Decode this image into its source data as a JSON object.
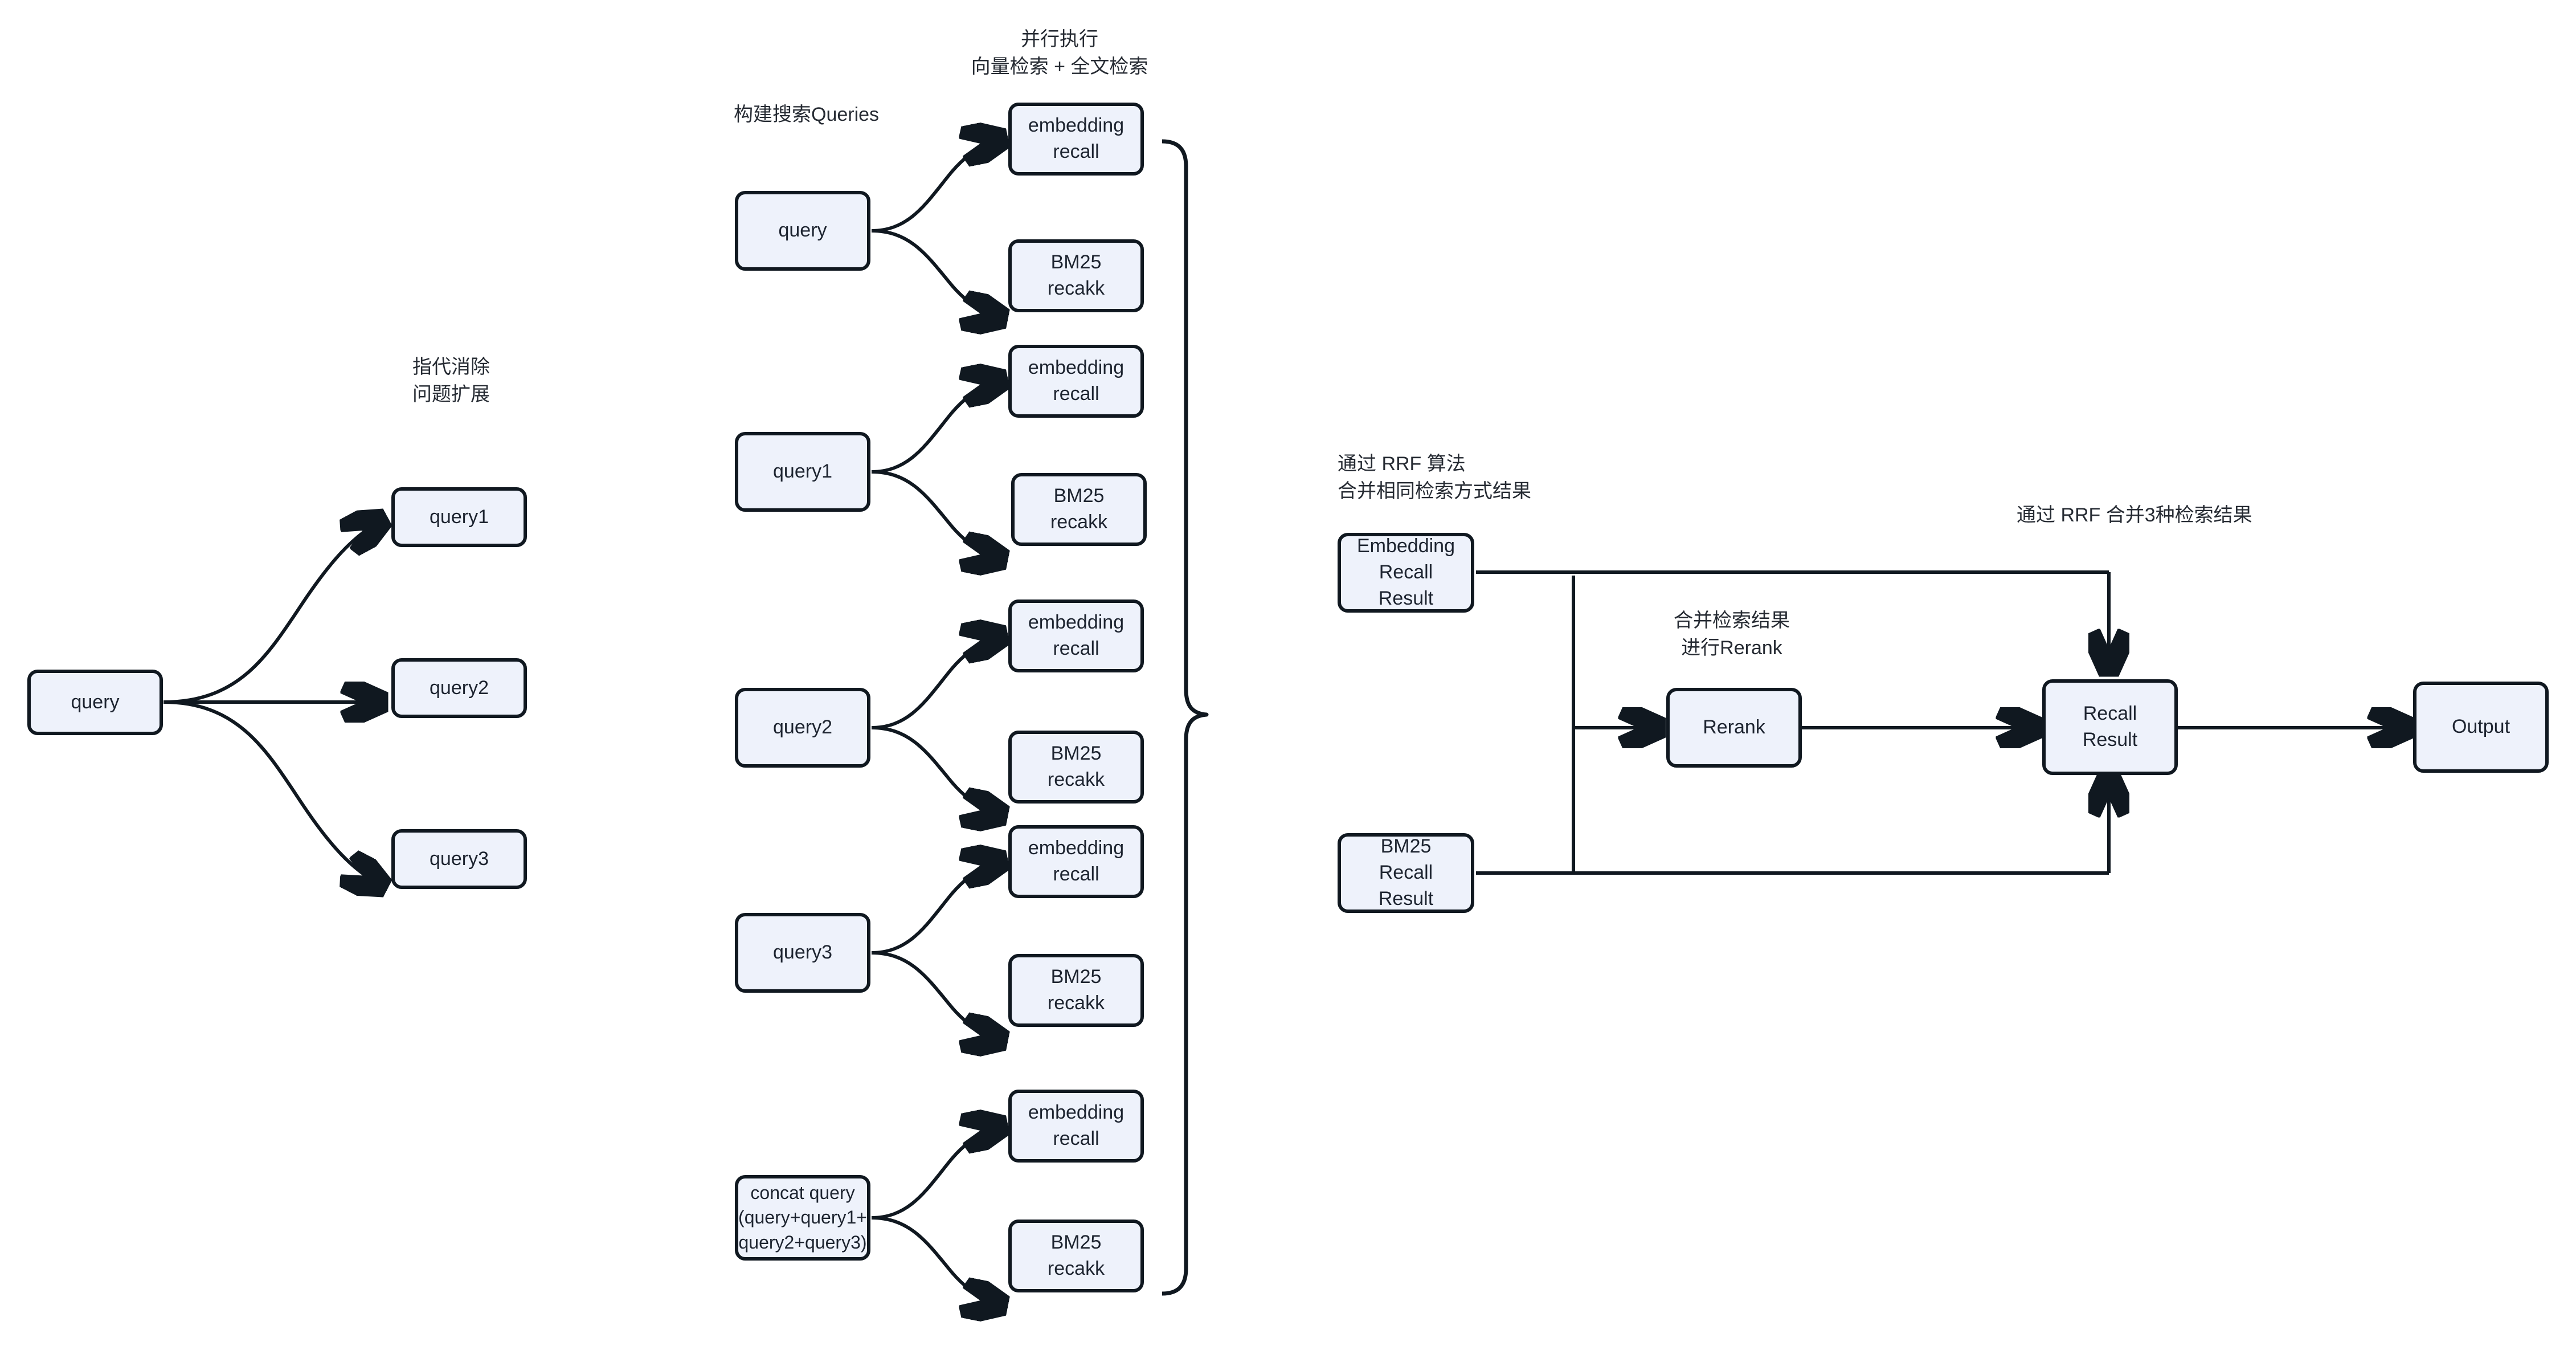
{
  "diagram": {
    "title": "RAG hybrid retrieval pipeline",
    "colors": {
      "node_fill": "#eef2fb",
      "node_stroke": "#101820",
      "text": "#1d2430",
      "background": "#ffffff"
    }
  },
  "notes": {
    "coref_expand": "指代消除\n问题扩展",
    "build_queries": "构建搜索Queries",
    "parallel_exec": "并行执行\n向量检索 + 全文检索",
    "rrf_same_method": "通过 RRF 算法\n合并相同检索方式结果",
    "merge_rerank": "合并检索结果\n进行Rerank",
    "rrf_three": "通过 RRF 合并3种检索结果"
  },
  "nodes": {
    "source_query": "query",
    "expanded": [
      "query1",
      "query2",
      "query3"
    ],
    "search_queries": [
      "query",
      "query1",
      "query2",
      "query3",
      "concat query\n(query+query1+\nquery2+query3)"
    ],
    "recall_pairs": [
      {
        "embedding": "embedding\nrecall",
        "bm25": "BM25\nrecakk"
      },
      {
        "embedding": "embedding\nrecall",
        "bm25": "BM25\nrecakk"
      },
      {
        "embedding": "embedding\nrecall",
        "bm25": "BM25\nrecakk"
      },
      {
        "embedding": "embedding\nrecall",
        "bm25": "BM25\nrecakk"
      },
      {
        "embedding": "embedding\nrecall",
        "bm25": "BM25\nrecakk"
      }
    ],
    "embedding_recall_result": "Embedding\nRecall\nResult",
    "bm25_recall_result": "BM25\nRecall\nResult",
    "rerank": "Rerank",
    "recall_result": "Recall\nResult",
    "output": "Output"
  }
}
